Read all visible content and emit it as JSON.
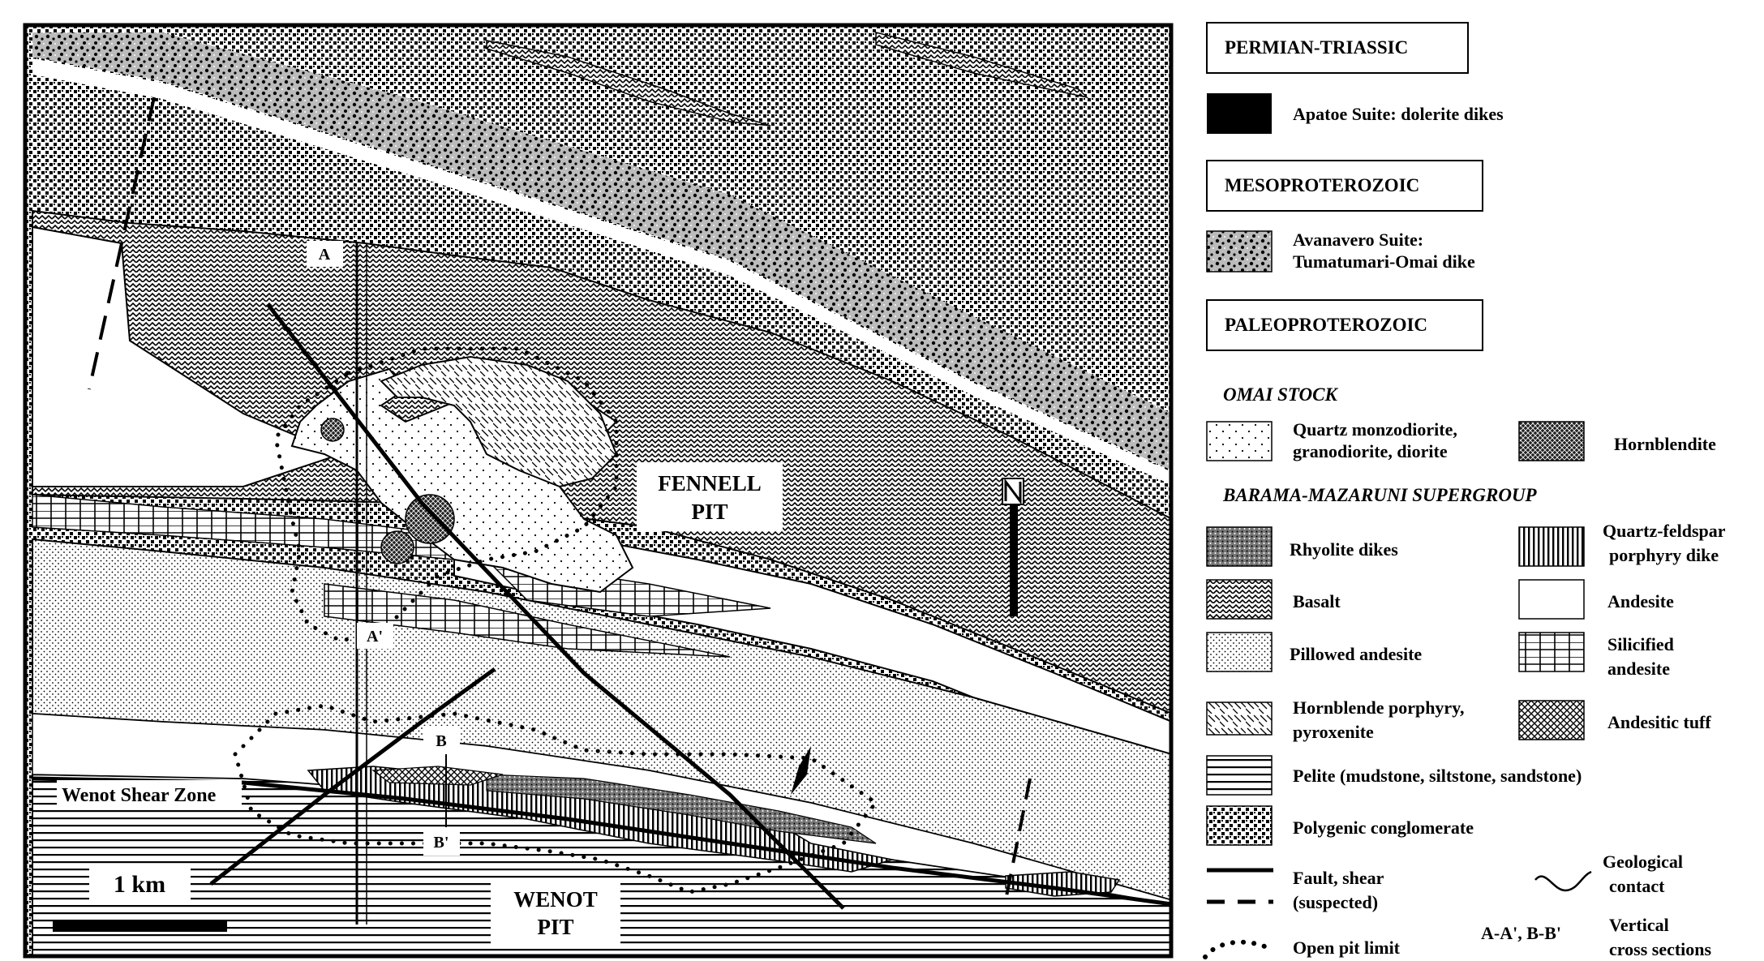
{
  "map": {
    "pit_labels": {
      "fennell": [
        "FENNELL",
        "PIT"
      ],
      "wenot": [
        "WENOT",
        "PIT"
      ]
    },
    "shear_zone_label": "Wenot Shear Zone",
    "section_labels": {
      "a": "A",
      "a_prime": "A'",
      "b": "B",
      "b_prime": "B'"
    },
    "scale_label": "1 km"
  },
  "legend": {
    "eras": {
      "permian": "PERMIAN-TRIASSIC",
      "meso": "MESOPROTEROZOIC",
      "paleo": "PALEOPROTEROZOIC"
    },
    "groups": {
      "omai": "OMAI STOCK",
      "barama": "BARAMA-MAZARUNI SUPERGROUP"
    },
    "items": {
      "apatoe": "Apatoe Suite: dolerite dikes",
      "avanavero_1": "Avanavero Suite:",
      "avanavero_2": "Tumatumari-Omai dike",
      "quartz_monzo_1": "Quartz  monzodiorite,",
      "quartz_monzo_2": "granodiorite, diorite",
      "hornblendite": "Hornblendite",
      "rhyolite": "Rhyolite dikes",
      "qf_porphyry_1": "Quartz-feldspar",
      "qf_porphyry_2": "porphyry dike",
      "basalt": "Basalt",
      "andesite": "Andesite",
      "pillowed": "Pillowed andesite",
      "silicified_1": "Silicified",
      "silicified_2": "andesite",
      "hbl_porph_1": "Hornblende porphyry,",
      "hbl_porph_2": "pyroxenite",
      "andesitic_tuff": "Andesitic tuff",
      "pelite": "Pelite (mudstone, siltstone, sandstone)",
      "conglomerate": "Polygenic conglomerate",
      "fault_1": "Fault, shear",
      "fault_2": "(suspected)",
      "geo_contact_1": "Geological",
      "geo_contact_2": "contact",
      "pit_limit": "Open pit limit",
      "sections_code": "A-A', B-B'",
      "sections_1": "Vertical",
      "sections_2": "cross sections"
    }
  }
}
